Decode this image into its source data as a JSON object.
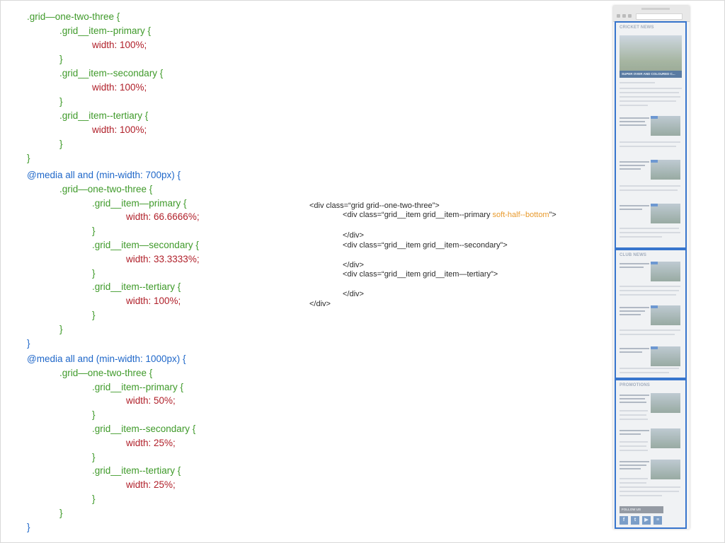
{
  "css_code": [
    {
      "text": ".grid—one-two-three {",
      "c": "g",
      "i": 0
    },
    {
      "text": ".grid__item--primary {",
      "c": "g",
      "i": 1
    },
    {
      "text": "width: 100%;",
      "c": "r",
      "i": 2
    },
    {
      "text": "}",
      "c": "g",
      "i": 1
    },
    {
      "text": ".grid__item--secondary {",
      "c": "g",
      "i": 1
    },
    {
      "text": "width: 100%;",
      "c": "r",
      "i": 2
    },
    {
      "text": "}",
      "c": "g",
      "i": 1
    },
    {
      "text": ".grid__item--tertiary {",
      "c": "g",
      "i": 1
    },
    {
      "text": "width: 100%;",
      "c": "r",
      "i": 2
    },
    {
      "text": "}",
      "c": "g",
      "i": 1
    },
    {
      "text": "}",
      "c": "g",
      "i": 0
    },
    {
      "text": "@media all and (min-width: 700px) {",
      "c": "b",
      "i": 0
    },
    {
      "text": ".grid—one-two-three {",
      "c": "g",
      "i": 1
    },
    {
      "text": ".grid__item—primary {",
      "c": "g",
      "i": 2
    },
    {
      "text": "width: 66.6666%;",
      "c": "r",
      "i": 3
    },
    {
      "text": "}",
      "c": "g",
      "i": 2
    },
    {
      "text": ".grid__item—secondary {",
      "c": "g",
      "i": 2
    },
    {
      "text": "width: 33.3333%;",
      "c": "r",
      "i": 3
    },
    {
      "text": "}",
      "c": "g",
      "i": 2
    },
    {
      "text": ".grid__item--tertiary {",
      "c": "g",
      "i": 2
    },
    {
      "text": "width: 100%;",
      "c": "r",
      "i": 3
    },
    {
      "text": "}",
      "c": "g",
      "i": 2
    },
    {
      "text": "}",
      "c": "g",
      "i": 1
    },
    {
      "text": "}",
      "c": "b",
      "i": 0
    },
    {
      "text": "@media all and (min-width: 1000px) {",
      "c": "b",
      "i": 0
    },
    {
      "text": ".grid—one-two-three {",
      "c": "g",
      "i": 1
    },
    {
      "text": ".grid__item--primary {",
      "c": "g",
      "i": 2
    },
    {
      "text": "width: 50%;",
      "c": "r",
      "i": 3
    },
    {
      "text": "}",
      "c": "g",
      "i": 2
    },
    {
      "text": ".grid__item--secondary {",
      "c": "g",
      "i": 2
    },
    {
      "text": "width: 25%;",
      "c": "r",
      "i": 3
    },
    {
      "text": "}",
      "c": "g",
      "i": 2
    },
    {
      "text": ".grid__item--tertiary {",
      "c": "g",
      "i": 2
    },
    {
      "text": "width: 25%;",
      "c": "r",
      "i": 3
    },
    {
      "text": "}",
      "c": "g",
      "i": 2
    },
    {
      "text": "}",
      "c": "g",
      "i": 1
    },
    {
      "text": "}",
      "c": "b",
      "i": 0
    }
  ],
  "html_code": {
    "line1": "<div class=“grid grid--one-two-three”>",
    "line2_prefix": "<div class=“grid__item grid__item--primary ",
    "line2_highlight": "soft-half--bottom",
    "line2_suffix": "”>",
    "line3": "</div>",
    "line4": "<div class=“grid__item grid__item--secondary”>",
    "line5": "</div>",
    "line6": "<div class=“grid__item grid__item—tertiary”>",
    "line7": "</div>",
    "line8": "</div>"
  },
  "mockup": {
    "section1_title": "CRICKET NEWS",
    "hero_caption": "SUPER OVER AND COLOURED C...",
    "section2_title": "CLUB NEWS",
    "section3_title": "PROMOTIONS",
    "follow_label": "FOLLOW US",
    "social": [
      "f",
      "t",
      "▶",
      "≡"
    ]
  },
  "colors": {
    "css_selector": "#3f9a2a",
    "css_media": "#1f67c9",
    "css_value": "#b0202a",
    "html_highlight": "#e89a2c",
    "panel_border": "#2368c9"
  }
}
